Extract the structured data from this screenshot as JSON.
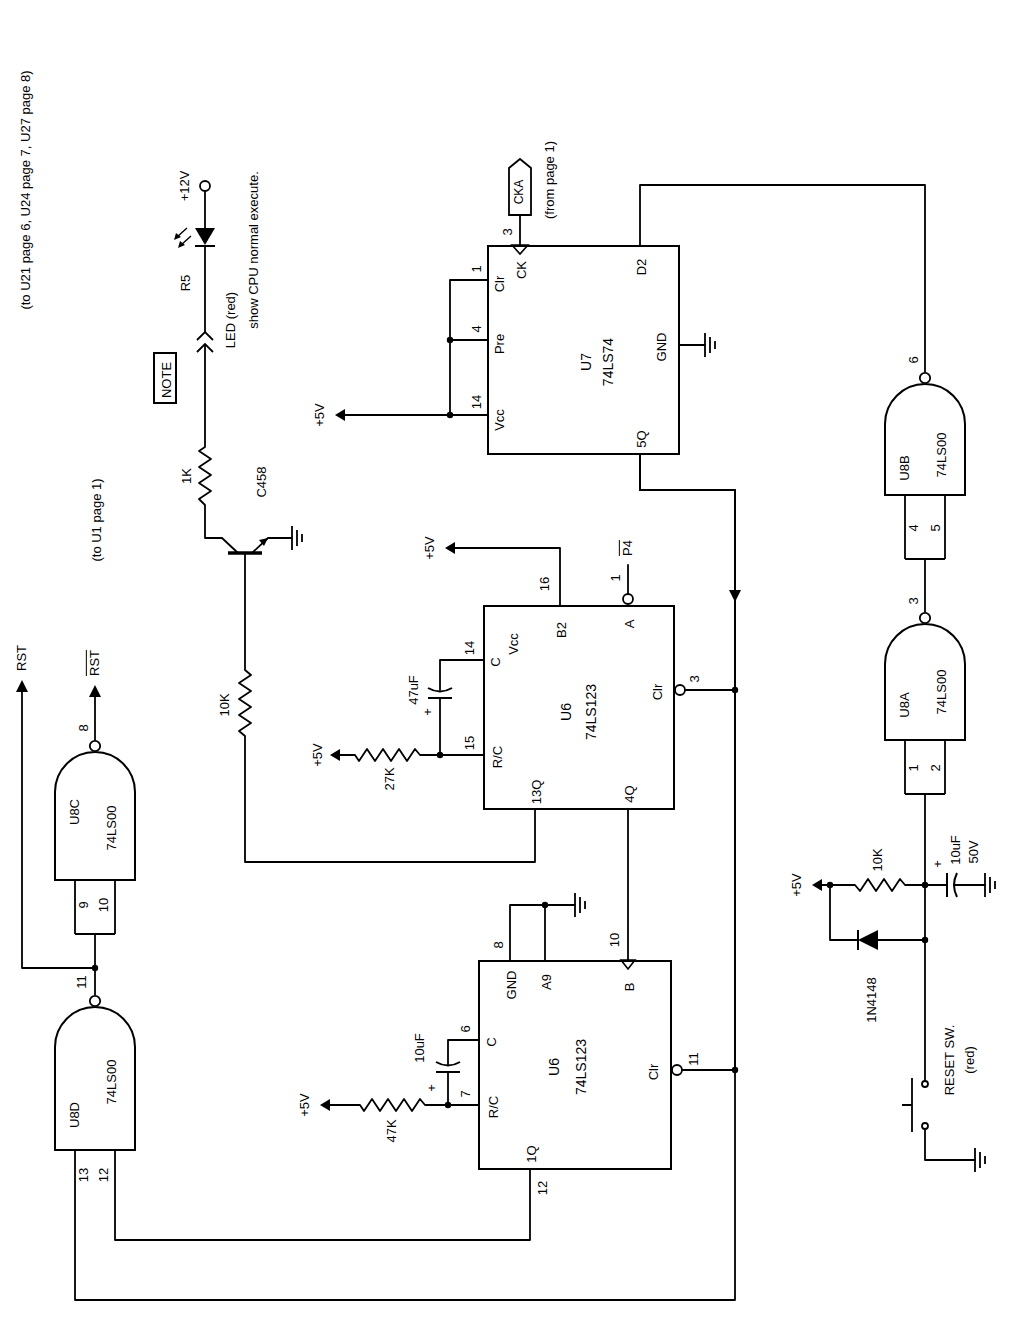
{
  "diagram": {
    "nodes": [
      {
        "text": [
          "NOTE"
        ]
      },
      {
        "text": [
          "CKA"
        ]
      },
      {
        "text": [
          "U7",
          "74LS74",
          "CK",
          "D2",
          "Clr",
          "Pre",
          "Vcc",
          "GND",
          "5Q"
        ]
      },
      {
        "text": [
          "U6",
          "74LS123",
          "C",
          "Vcc",
          "B2",
          "A",
          "Clr",
          "R/C",
          "13Q",
          "4Q"
        ]
      },
      {
        "text": [
          "U8B",
          "74LS00"
        ]
      },
      {
        "text": [
          "U8A",
          "74LS00"
        ]
      },
      {
        "text": [
          "U8C",
          "74LS00"
        ]
      },
      {
        "text": [
          "U8D",
          "74LS00"
        ]
      },
      {
        "text": [
          "U6",
          "74LS123",
          "GND",
          "A9",
          "B",
          "C",
          "R/C",
          "Clr",
          "1Q"
        ]
      }
    ],
    "edges": [
      {
        "from": 1,
        "to": 2,
        "arrow": "none"
      },
      {
        "from": 4,
        "to": 2,
        "arrow": "none"
      },
      {
        "from": 5,
        "to": 4,
        "arrow": "none"
      },
      {
        "from": 2,
        "to": 3,
        "arrow": "none"
      },
      {
        "from": 2,
        "to": 8,
        "arrow": "none"
      },
      {
        "from": 2,
        "to": 7,
        "arrow": "none"
      },
      {
        "from": 3,
        "to": 8,
        "arrow": "none"
      },
      {
        "from": 8,
        "to": 7,
        "arrow": "none"
      },
      {
        "from": 7,
        "to": 6,
        "arrow": "none"
      }
    ],
    "labels": [
      "RST",
      "(to U21 page 6, U24 page 7, U27 page 8)",
      "RST",
      "(to U1 page 1)",
      "+12V",
      "R5",
      "LED (red)",
      "show CPU normal execute.",
      "1K",
      "C458",
      "10K",
      "(from page 1)",
      "3",
      "+5V",
      "14",
      "4",
      "1",
      "+5V",
      "16",
      "1",
      "P4",
      "14",
      "15",
      "+5V",
      "27K",
      "47uF",
      "+",
      "3",
      "8",
      "10",
      "6",
      "7",
      "+5V",
      "47K",
      "10uF",
      "+",
      "11",
      "12",
      "6",
      "4",
      "5",
      "3",
      "1",
      "2",
      "+5V",
      "10K",
      "10uF",
      "50V",
      "+",
      "1N4148",
      "RESET SW.",
      "(red)",
      "8",
      "9",
      "10",
      "11",
      "13",
      "12"
    ]
  }
}
